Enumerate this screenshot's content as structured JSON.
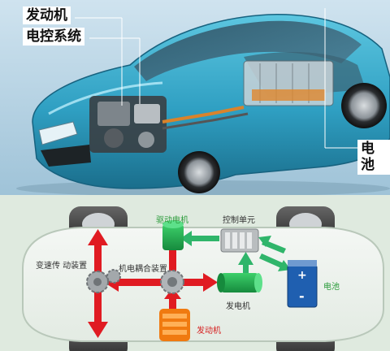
{
  "photo": {
    "labels": {
      "engine": "发动机",
      "ecu": "电控系统",
      "battery": "电池"
    }
  },
  "schematic": {
    "labels": {
      "drive_motor": "驱动电机",
      "control_unit": "控制单元",
      "transmission": "变速传 动装置",
      "coupling": "机电耦合装置",
      "generator": "发电机",
      "battery": "电池",
      "engine": "发动机"
    },
    "battery_symbols": {
      "plus": "+",
      "minus": "-"
    }
  },
  "colors": {
    "power_flow": "#e01b22",
    "electric_flow": "#2fb56a",
    "label_green": "#2a9b3a",
    "label_red": "#d62020",
    "battery_blue": "#1f5fb0",
    "engine_orange": "#f07a10",
    "car_body": "#3ea9c8"
  }
}
